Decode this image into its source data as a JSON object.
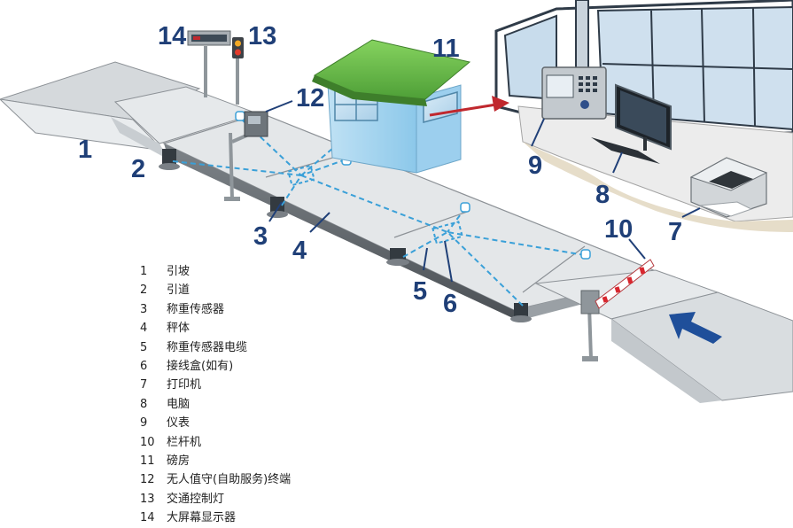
{
  "legend": [
    {
      "num": "1",
      "label": "引坡"
    },
    {
      "num": "2",
      "label": "引道"
    },
    {
      "num": "3",
      "label": "称重传感器"
    },
    {
      "num": "4",
      "label": "秤体"
    },
    {
      "num": "5",
      "label": "称重传感器电缆"
    },
    {
      "num": "6",
      "label": "接线盒(如有)"
    },
    {
      "num": "7",
      "label": "打印机"
    },
    {
      "num": "8",
      "label": "电脑"
    },
    {
      "num": "9",
      "label": "仪表"
    },
    {
      "num": "10",
      "label": "栏杆机"
    },
    {
      "num": "11",
      "label": "磅房"
    },
    {
      "num": "12",
      "label": "无人值守(自助服务)终端"
    },
    {
      "num": "13",
      "label": "交通控制灯"
    },
    {
      "num": "14",
      "label": "大屏幕显示器"
    }
  ],
  "callouts": [
    "1",
    "2",
    "3",
    "4",
    "5",
    "6",
    "7",
    "8",
    "9",
    "10",
    "11",
    "12",
    "13",
    "14"
  ],
  "colors": {
    "label": "#1f3f77",
    "cable": "#3aa0d8",
    "arrow": "#c0282e",
    "direction_arrow": "#1f4f9a",
    "booth_roof": "#6cc24a",
    "platform": "#e4e7e9",
    "barrier_red": "#d8262e"
  }
}
